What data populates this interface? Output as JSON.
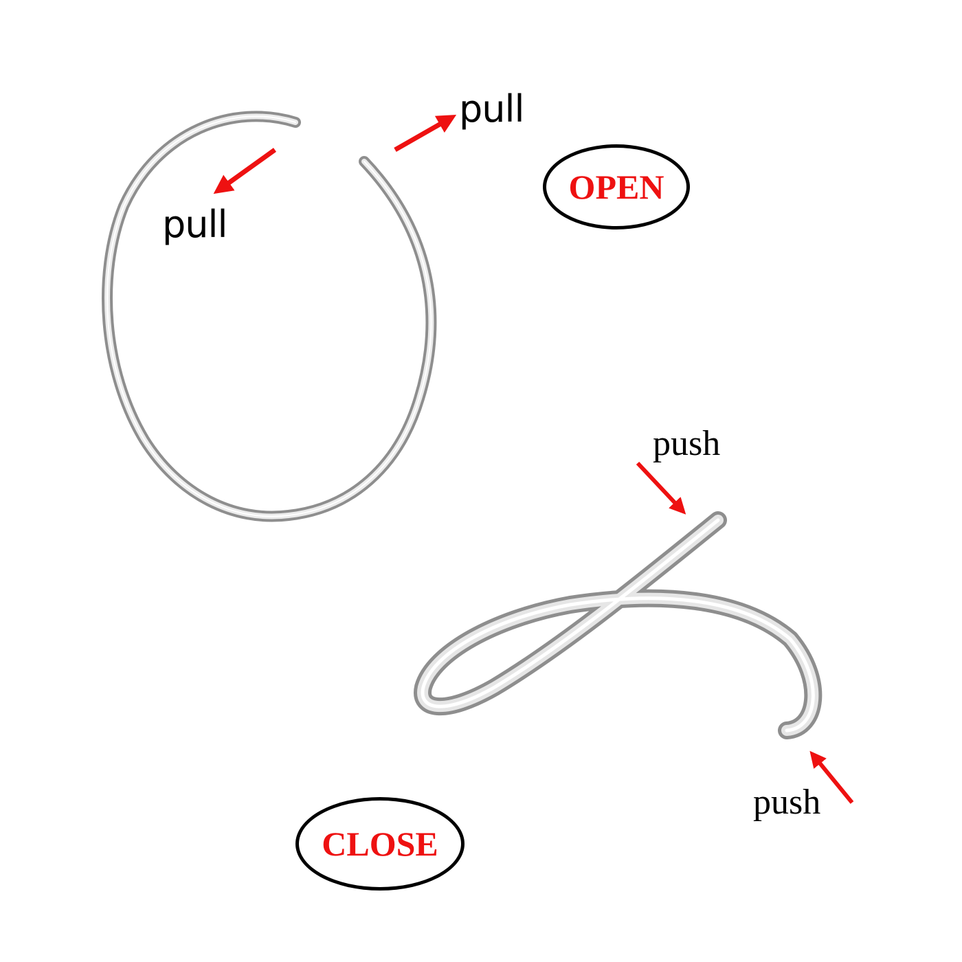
{
  "open_diagram": {
    "state_label": "OPEN",
    "pull_label_left": "pull",
    "pull_label_right": "pull"
  },
  "close_diagram": {
    "state_label": "CLOSE",
    "push_label_top": "push",
    "push_label_bottom": "push"
  },
  "colors": {
    "arrow": "#ee1111",
    "state_text": "#ee1111",
    "label_text": "#000000",
    "metal": "#c8c8c8",
    "badge_border": "#000000"
  }
}
